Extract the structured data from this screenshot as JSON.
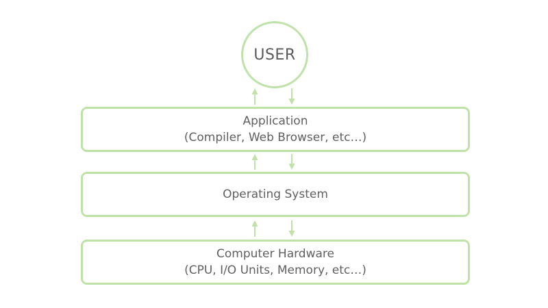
{
  "user": {
    "label": "USER"
  },
  "layers": [
    {
      "line1": "Application",
      "line2": "(Compiler, Web Browser, etc…)"
    },
    {
      "line1": "Operating System"
    },
    {
      "line1": "Computer Hardware",
      "line2": "(CPU, I/O Units, Memory, etc…)"
    }
  ],
  "colors": {
    "stroke": "#bfe2a8",
    "text": "#5f5f5f"
  }
}
